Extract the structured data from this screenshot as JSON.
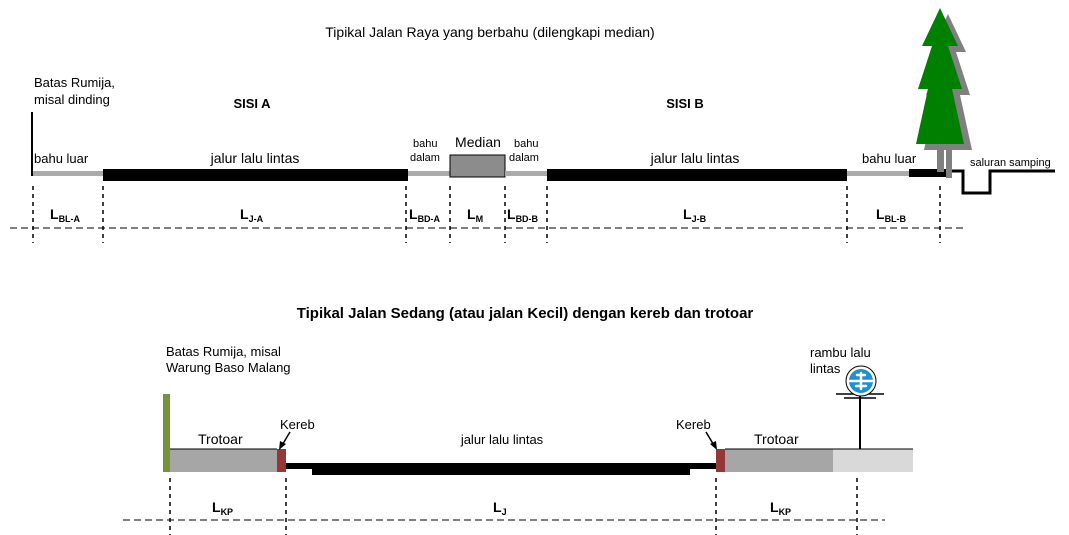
{
  "top": {
    "title": "Tipikal Jalan Raya yang berbahu (dilengkapi median)",
    "batas_line1": "Batas Rumija,",
    "batas_line2": "misal dinding",
    "sisi_a": "SISI A",
    "sisi_b": "SISI B",
    "bahu_luar_left": "bahu luar",
    "jalur_left": "jalur lalu lintas",
    "bahu_dalam_left_1": "bahu",
    "bahu_dalam_left_2": "dalam",
    "median": "Median",
    "bahu_dalam_right_1": "bahu",
    "bahu_dalam_right_2": "dalam",
    "jalur_right": "jalur lalu lintas",
    "bahu_luar_right": "bahu luar",
    "saluran": "saluran samping",
    "dims": [
      {
        "main": "L",
        "sub": "BL-A"
      },
      {
        "main": "L",
        "sub": "J-A"
      },
      {
        "main": "L",
        "sub": "BD-A"
      },
      {
        "main": "L",
        "sub": "M"
      },
      {
        "main": "L",
        "sub": "BD-B"
      },
      {
        "main": "L",
        "sub": "J-B"
      },
      {
        "main": "L",
        "sub": "BL-B"
      }
    ]
  },
  "bottom": {
    "title": "Tipikal Jalan Sedang (atau jalan Kecil) dengan kereb dan trotoar",
    "batas_line1": "Batas Rumija, misal",
    "batas_line2": "Warung Baso Malang",
    "rambu_line1": "rambu lalu",
    "rambu_line2": "lintas",
    "kereb_left": "Kereb",
    "kereb_right": "Kereb",
    "trotoar_left": "Trotoar",
    "trotoar_right": "Trotoar",
    "jalur": "jalur lalu lintas",
    "dims": [
      {
        "main": "L",
        "sub": "KP"
      },
      {
        "main": "L",
        "sub": "J"
      },
      {
        "main": "L",
        "sub": "KP"
      }
    ]
  },
  "colors": {
    "shoulder": "#aaaaaa",
    "road": "#000000",
    "median": "#8c8c8c",
    "tree": "#008000",
    "tree_shadow": "#808080",
    "pole_green": "#77933c",
    "kereb": "#953735",
    "trotoar": "#a6a6a6",
    "trotoar_light": "#d9d9d9",
    "sign": "#1e90d6"
  }
}
